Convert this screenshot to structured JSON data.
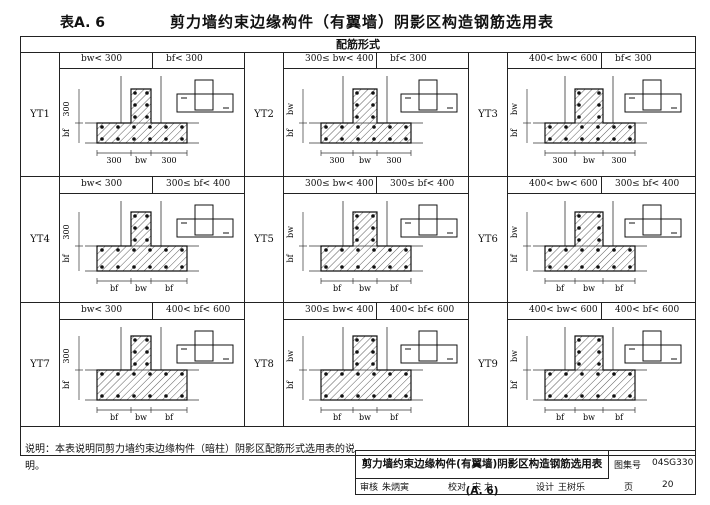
{
  "header": {
    "code": "表A. 6",
    "title": "剪力墙约束边缘构件（有翼墙）阴影区构造钢筋选用表"
  },
  "section_label": "配筋形式",
  "panels": [
    {
      "id": "YT1",
      "bw": "bw< 300",
      "bf": "bf< 300",
      "dim_left": "300",
      "dim_f": "bf",
      "bottom": [
        "300",
        "bw",
        "300"
      ]
    },
    {
      "id": "YT2",
      "bw": "300≤ bw< 400",
      "bf": "bf< 300",
      "dim_left": "bw",
      "dim_f": "bf",
      "bottom": [
        "300",
        "bw",
        "300"
      ]
    },
    {
      "id": "YT3",
      "bw": "400< bw< 600",
      "bf": "bf< 300",
      "dim_left": "bw",
      "dim_f": "bf",
      "bottom": [
        "300",
        "bw",
        "300"
      ]
    },
    {
      "id": "YT4",
      "bw": "bw< 300",
      "bf": "300≤ bf< 400",
      "dim_left": "300",
      "dim_f": "bf",
      "bottom": [
        "bf",
        "bw",
        "bf"
      ]
    },
    {
      "id": "YT5",
      "bw": "300≤ bw< 400",
      "bf": "300≤ bf< 400",
      "dim_left": "bw",
      "dim_f": "bf",
      "bottom": [
        "bf",
        "bw",
        "bf"
      ]
    },
    {
      "id": "YT6",
      "bw": "400< bw< 600",
      "bf": "300≤ bf< 400",
      "dim_left": "bw",
      "dim_f": "bf",
      "bottom": [
        "bf",
        "bw",
        "bf"
      ]
    },
    {
      "id": "YT7",
      "bw": "bw< 300",
      "bf": "400< bf< 600",
      "dim_left": "300",
      "dim_f": "bf",
      "bottom": [
        "bf",
        "bw",
        "bf"
      ]
    },
    {
      "id": "YT8",
      "bw": "300≤ bw< 400",
      "bf": "400< bf< 600",
      "dim_left": "bw",
      "dim_f": "bf",
      "bottom": [
        "bf",
        "bw",
        "bf"
      ]
    },
    {
      "id": "YT9",
      "bw": "400< bw< 600",
      "bf": "400< bf< 600",
      "dim_left": "bw",
      "dim_f": "bf",
      "bottom": [
        "bf",
        "bw",
        "bf"
      ]
    }
  ],
  "note": "说明：本表说明同剪力墙约束边缘构件（暗柱）阴影区配筋形式选用表的说明。",
  "title_block": {
    "title": "剪力墙约束边缘构件(有翼墙)阴影区构造钢筋选用表(A. 6)",
    "atlas_label": "图集号",
    "atlas_no": "04SG330",
    "review_label": "审核",
    "reviewer": "朱炳寅",
    "check_label": "校对",
    "checker": "宋 力",
    "design_label": "设计",
    "designer": "王树乐",
    "page_label": "页",
    "page_no": "20"
  }
}
